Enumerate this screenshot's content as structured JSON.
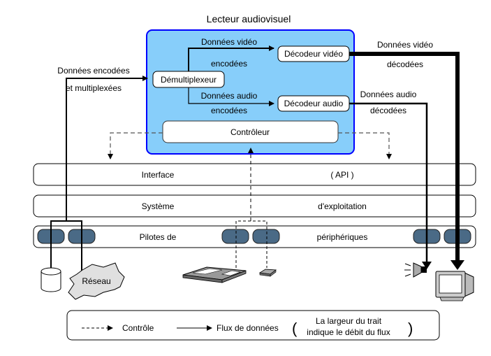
{
  "diagram": {
    "title": "Lecteur audiovisuel",
    "colors": {
      "player_fill": "#87cefa",
      "player_border": "#0000ff",
      "driver_pill": "#4a6a86",
      "cloud_fill": "#e0e0e0"
    },
    "player": {
      "demux_label": "Démultiplexeur",
      "video_decoder_label": "Décodeur vidéo",
      "audio_decoder_label": "Décodeur audio",
      "controller_label": "Contrôleur",
      "video_encoded_line1": "Données vidéo",
      "video_encoded_line2": "encodées",
      "audio_encoded_line1": "Données audio",
      "audio_encoded_line2": "encodées"
    },
    "input": {
      "line1": "Données  encodées",
      "line2": "et multiplexées"
    },
    "outputs": {
      "video_line1": "Données vidéo",
      "video_line2": "décodées",
      "audio_line1": "Données audio",
      "audio_line2": "décodées"
    },
    "layers": [
      {
        "left": "Interface",
        "right": "( API )"
      },
      {
        "left": "Système",
        "right": "d'exploitation"
      },
      {
        "left": "Pilotes de",
        "right": "périphériques"
      }
    ],
    "devices": {
      "network_label": "Réseau",
      "disk": "disk-icon",
      "keyboard": "keyboard-icon",
      "mouse": "mouse-icon",
      "speaker": "speaker-icon",
      "monitor": "monitor-icon"
    },
    "legend": {
      "control_label": "Contrôle",
      "flow_label": "Flux de données",
      "note_line1": "La largeur du trait",
      "note_line2": "indique le débit du flux",
      "paren_open": "(",
      "paren_close": ")"
    }
  }
}
